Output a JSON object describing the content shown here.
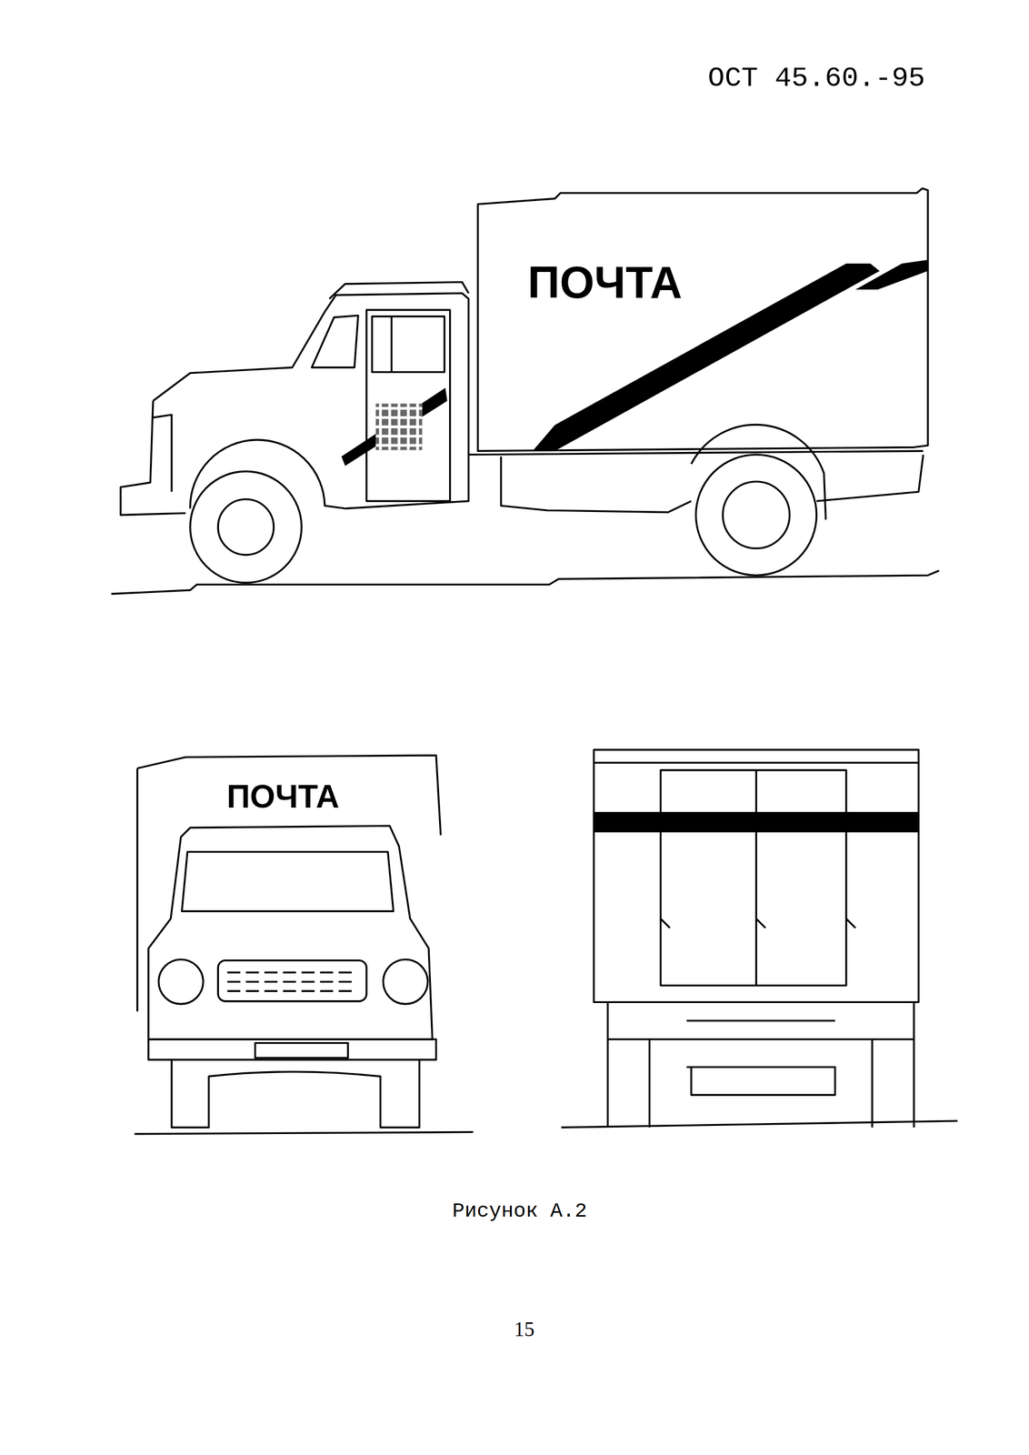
{
  "diagram": {
    "caption": "Рисунок А.2",
    "labels": [
      "ОСТ 45.60.-95",
      "ПОЧТА",
      "ПОЧТА",
      "15"
    ]
  }
}
